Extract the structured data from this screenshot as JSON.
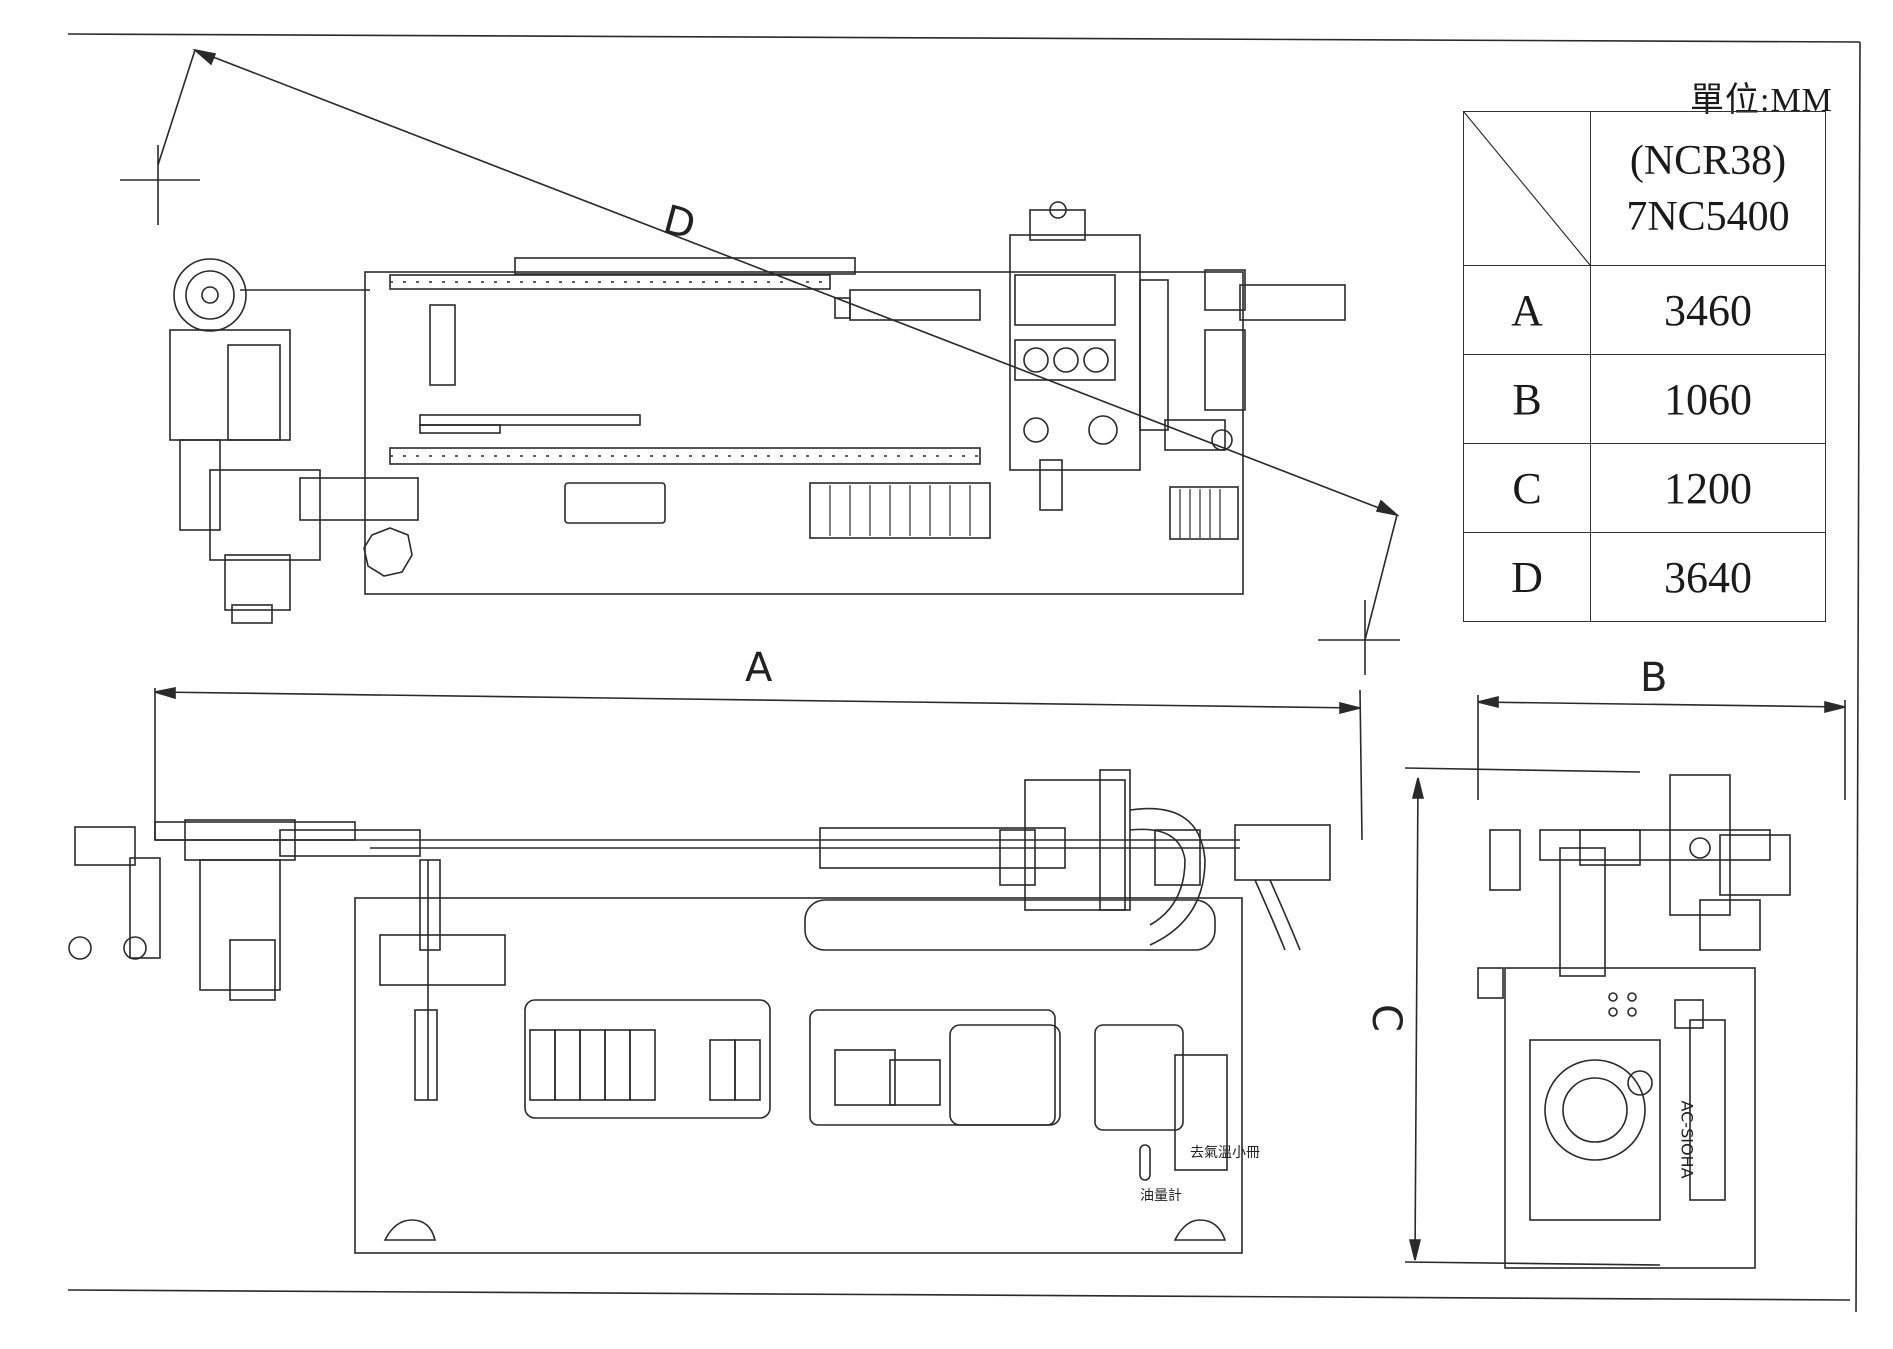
{
  "unit_label": "單位:MM",
  "table": {
    "model_line1": "(NCR38)",
    "model_line2": "7NC5400",
    "rows": [
      {
        "key": "A",
        "value": "3460"
      },
      {
        "key": "B",
        "value": "1060"
      },
      {
        "key": "C",
        "value": "1200"
      },
      {
        "key": "D",
        "value": "3640"
      }
    ]
  },
  "dimension_labels": {
    "a": "A",
    "b": "B",
    "c": "C",
    "d": "D"
  },
  "annotations": {
    "oil_gauge": "油量計",
    "tank_label": "去氣溫小冊",
    "side_plate": "AC-SIOHA"
  }
}
